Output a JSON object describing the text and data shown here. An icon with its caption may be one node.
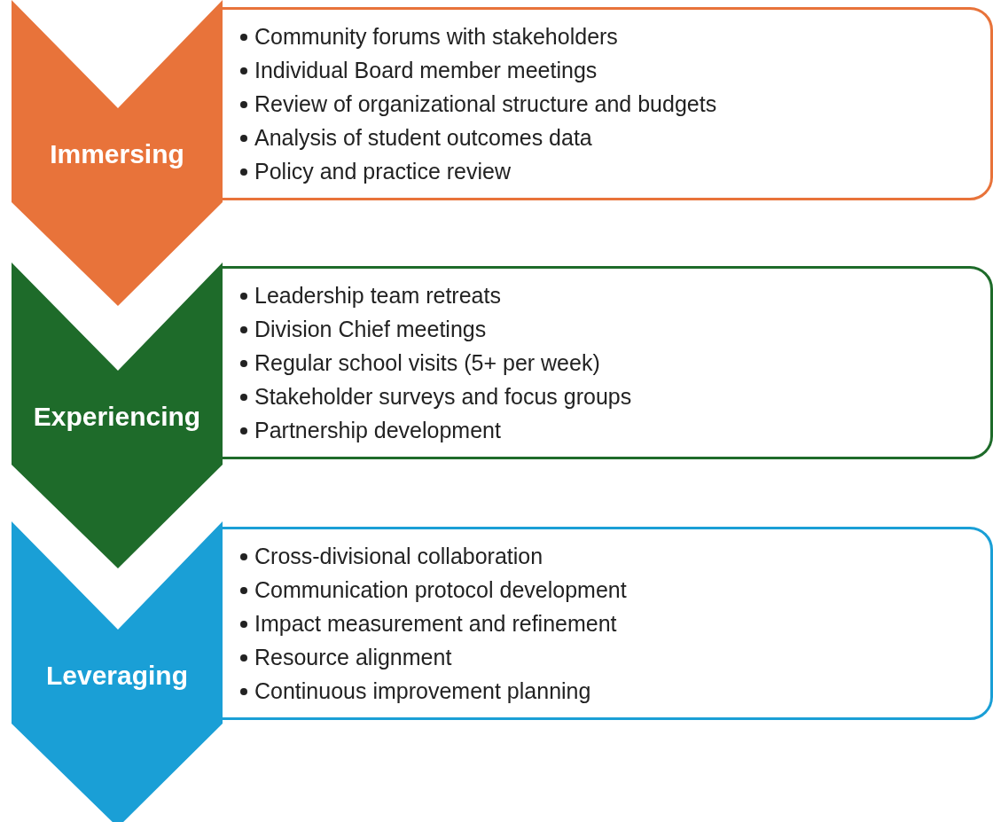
{
  "diagram": {
    "nodes": [
      {
        "text": [
          "Immersing"
        ]
      },
      {
        "text": [
          "Community forums with stakeholders",
          "Individual Board member meetings",
          "Review of organizational structure and budgets",
          "Analysis of student outcomes data",
          "Policy and practice review"
        ]
      },
      {
        "text": [
          "Experiencing"
        ]
      },
      {
        "text": [
          "Leadership team retreats",
          "Division Chief meetings",
          "Regular school visits (5+ per week)",
          "Stakeholder surveys and focus groups",
          "Partnership development"
        ]
      },
      {
        "text": [
          "Leveraging"
        ]
      },
      {
        "text": [
          "Cross-divisional collaboration",
          "Communication protocol development",
          "Impact measurement and refinement",
          "Resource alignment",
          "Continuous improvement planning"
        ]
      }
    ]
  }
}
